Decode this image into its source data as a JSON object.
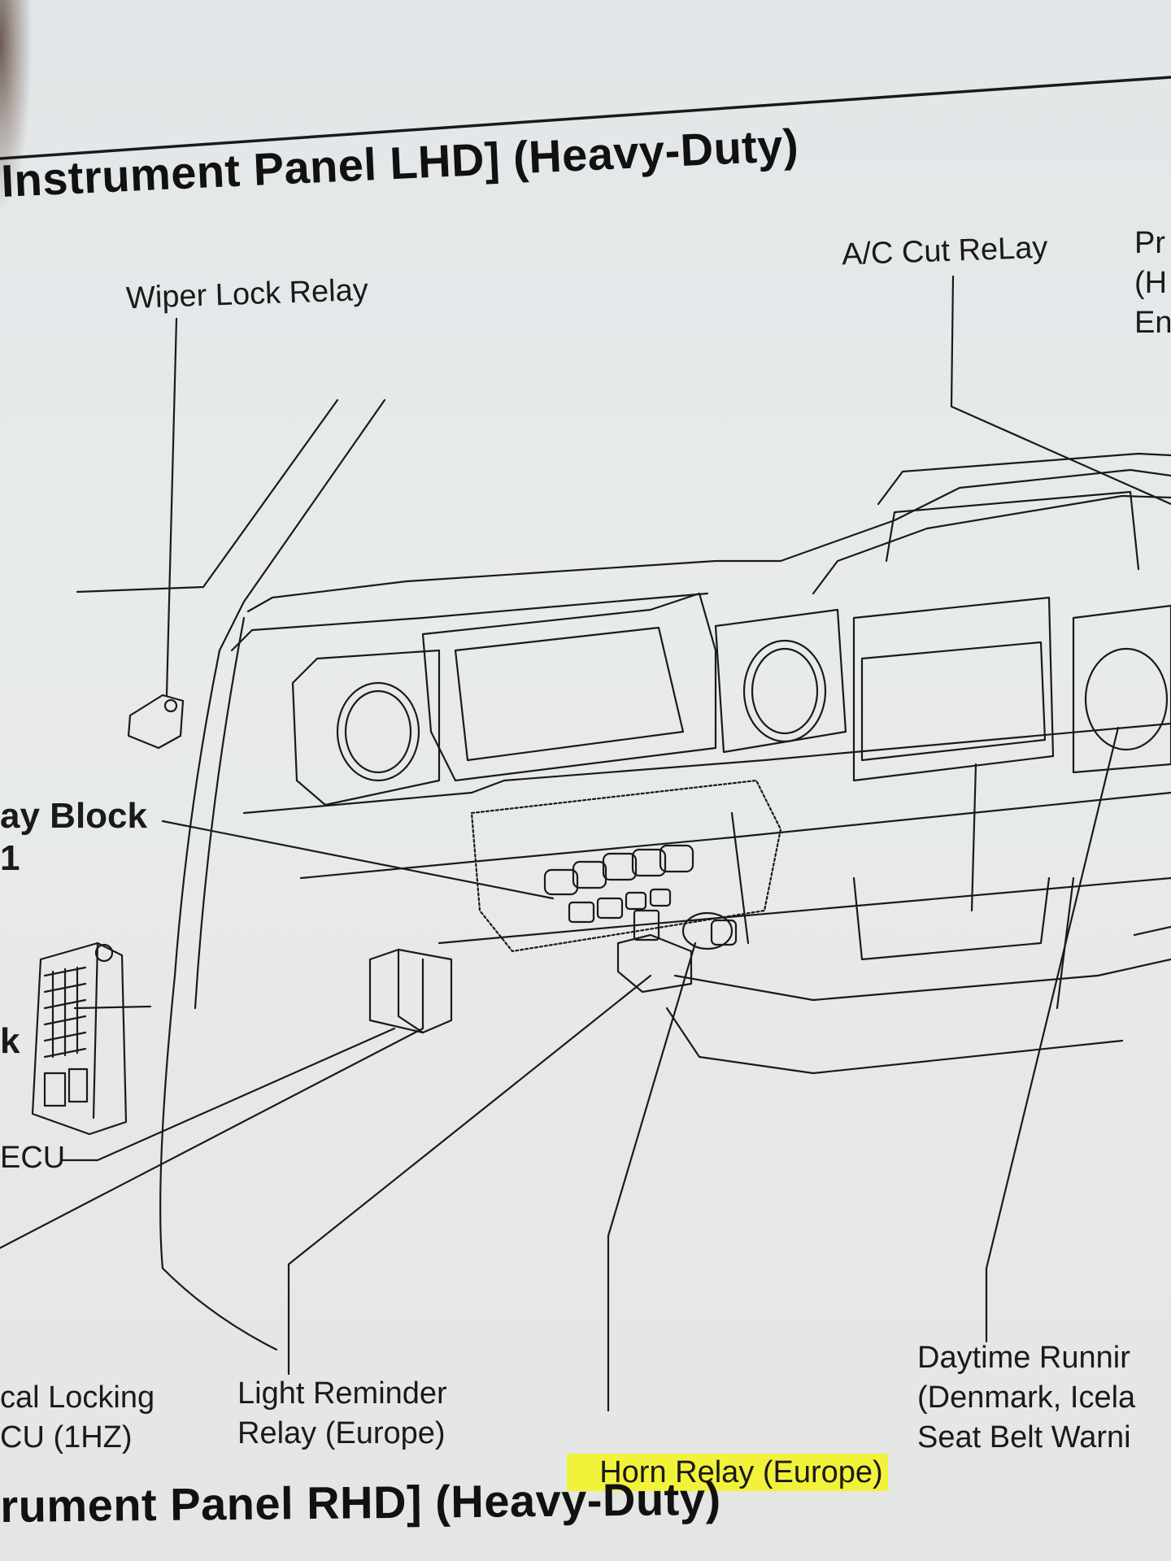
{
  "titles": {
    "top": "Instrument Panel LHD] (Heavy-Duty)",
    "bottom": "rument Panel RHD] (Heavy-Duty)"
  },
  "labels": {
    "wiper_lock_relay": "Wiper Lock Relay",
    "ac_cut_relay": "A/C Cut ReLay",
    "cut_off_right": "Pr\n(H\nEn",
    "relay_block": "ay Block\n1",
    "left_k": "k",
    "ecu": "ECU",
    "central_locking": "cal Locking\nCU (1HZ)",
    "light_reminder": "Light Reminder\nRelay (Europe)",
    "horn_relay": "Horn Relay (Europe)",
    "daytime_running": "Daytime Runnir\n(Denmark, Icela\nSeat Belt Warni"
  },
  "colors": {
    "highlight": "#f2f23a",
    "ink": "#1a1a1a",
    "paper": "#e6e9ea"
  }
}
